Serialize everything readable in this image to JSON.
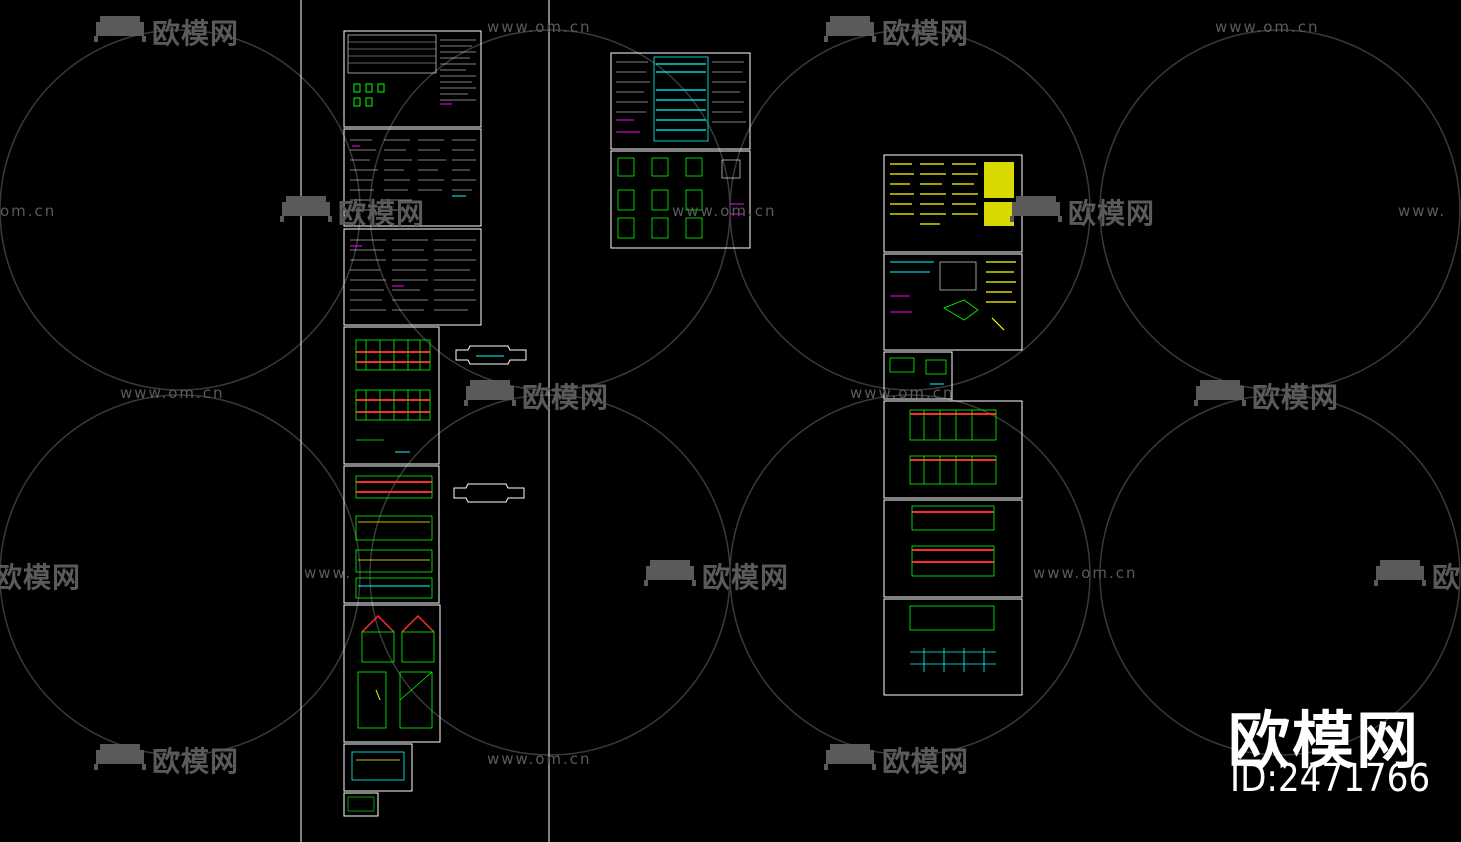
{
  "watermark": {
    "brand": "欧模网",
    "url": "www.om.cn",
    "url_partial_left": "om.cn",
    "url_partial_right": "www."
  },
  "corner": {
    "brand": "欧模网",
    "id": "ID:2471766"
  },
  "colors": {
    "background": "#000000",
    "sheet_border": "#ffffff",
    "cad_green": "#00ff00",
    "cad_red": "#ff2a2a",
    "cad_yellow": "#ffff00",
    "cad_cyan": "#00ffff",
    "cad_magenta": "#ff00ff",
    "watermark": "#5a5a5a"
  }
}
